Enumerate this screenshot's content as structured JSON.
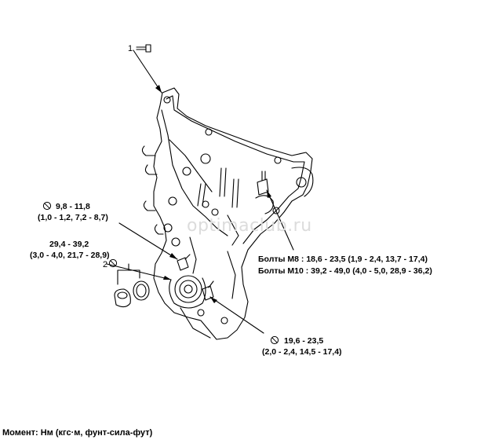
{
  "callouts": {
    "item1": "1",
    "item2": "2"
  },
  "torque_specs": {
    "upper_left": {
      "line1": "9,8 - 11,8",
      "line2": "(1,0 - 1,2, 7,2 - 8,7)"
    },
    "middle_left": {
      "line1": "29,4 - 39,2",
      "line2": "(3,0 - 4,0, 21,7 - 28,9)"
    },
    "bottom": {
      "line1": "19,6 - 23,5",
      "line2": "(2,0 - 2,4, 14,5 - 17,4)"
    },
    "bolts_m8": "Болты M8 : 18,6 - 23,5 (1,9 - 2,4, 13,7 - 17,4)",
    "bolts_m10": "Болты M10 : 39,2 - 49,0 (4,0 - 5,0, 28,9 - 36,2)"
  },
  "watermark": "optimaclub.ru",
  "footer": "Момент: Нм (кгс·м, фунт-сила-фут)",
  "icons": [
    "no-reuse-icon"
  ]
}
